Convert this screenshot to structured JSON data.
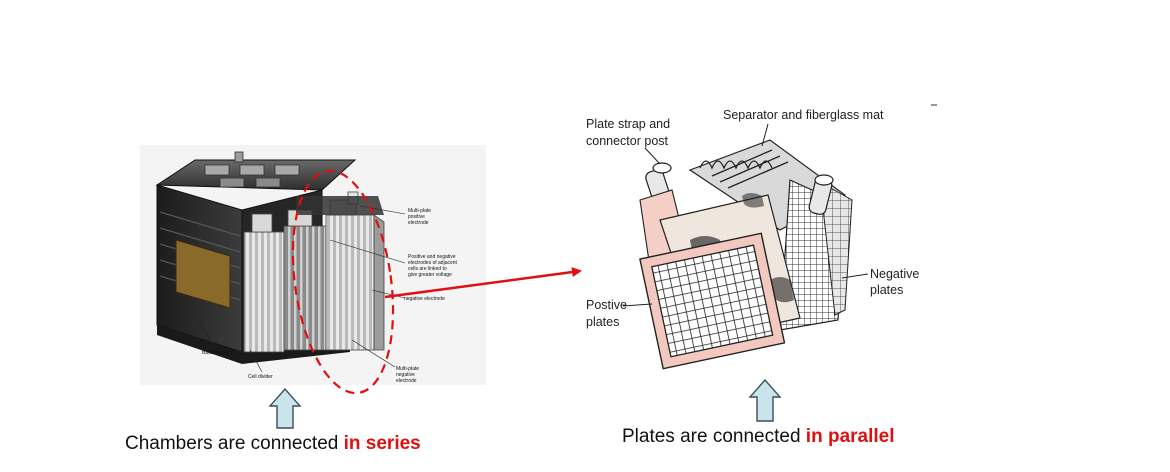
{
  "left_figure": {
    "labels": {
      "multi_plate_positive": [
        "Multi-plate",
        "positive",
        "electrode"
      ],
      "positive_negative": [
        "Positive and negative",
        "electrodes of adjacent",
        "cells are linked to",
        "give greater voltage"
      ],
      "negative_electrode": "negative electrode",
      "battery_casing": "Battery casing",
      "cell_divider": "Cell divider",
      "multi_plate_negative": [
        "Multi-plate",
        "negative",
        "electrode"
      ]
    },
    "caption_prefix": "Chambers are connected ",
    "caption_emphasis": "in series"
  },
  "right_figure": {
    "labels": {
      "plate_strap": [
        "Plate strap and",
        "connector post"
      ],
      "separator": "Separator and fiberglass mat",
      "negative_plates": [
        "Negative",
        "plates"
      ],
      "positive_plates": [
        "Postive",
        "plates"
      ]
    },
    "caption_prefix": "Plates are connected ",
    "caption_emphasis": "in parallel"
  },
  "colors": {
    "accent_red": "#e01010",
    "up_arrow_fill": "#c9e4ea",
    "up_arrow_stroke": "#3b4f5c"
  }
}
